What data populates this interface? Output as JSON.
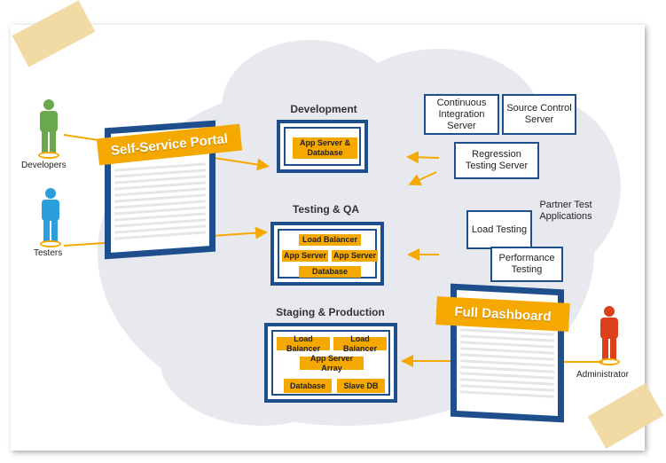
{
  "envs": {
    "development": {
      "title": "Development",
      "chips": [
        "App Server & Database"
      ]
    },
    "testing": {
      "title": "Testing & QA",
      "chips": [
        "Load Balancer",
        "App Server",
        "App Server",
        "Database"
      ]
    },
    "staging": {
      "title": "Staging & Production",
      "chips": [
        "Load Balancer",
        "Load Balancer",
        "App Server Array",
        "Database",
        "Slave DB"
      ]
    }
  },
  "services": {
    "ci": "Continuous Integration Server",
    "source": "Source Control Server",
    "regression": "Regression Testing Server",
    "partner_title": "Partner Test Applications",
    "load": "Load Testing",
    "performance": "Performance Testing"
  },
  "people": {
    "developers": "Developers",
    "testers": "Testers",
    "administrator": "Administrator"
  },
  "portals": {
    "self_service": "Self-Service Portal",
    "full_dashboard": "Full Dashboard"
  },
  "colors": {
    "accent": "#f5a800",
    "frame": "#1e4e8c",
    "developer": "#6aa84f",
    "tester": "#2b9fdc",
    "admin": "#d9401b"
  },
  "icons": [
    "person-icon",
    "arrow-icon"
  ]
}
